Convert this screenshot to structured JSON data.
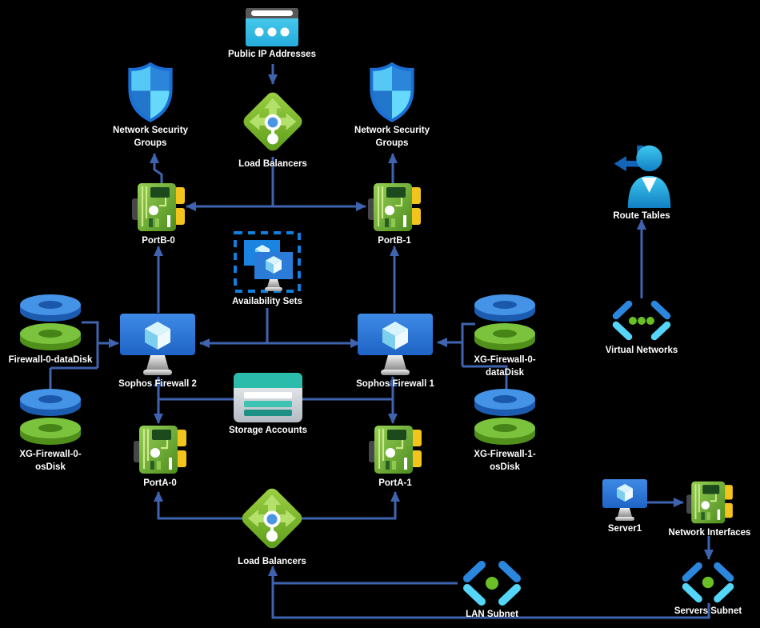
{
  "diagram": {
    "title": "Sophos Firewall HA Azure deployment diagram",
    "background_color": "#000000",
    "connector_color": "#3f63ae",
    "label_color": "#ffffff",
    "accent_colors": {
      "azure_blue": "#2b86da",
      "light_cyan": "#55c8f6",
      "nic_green": "#6fae2f",
      "lb_green": "#76b82a",
      "storage_teal": "#2bbcab",
      "disk_blue": "#4493e6",
      "disk_green": "#7bc23d",
      "tab_yellow": "#f3c51c"
    },
    "nodes": {
      "public_ip": {
        "label": "Public IP Addresses",
        "icon": "browser-icon"
      },
      "nsg_left": {
        "label": "Network Security Groups",
        "icon": "shield-icon"
      },
      "nsg_right": {
        "label": "Network Security Groups",
        "icon": "shield-icon"
      },
      "lb_top": {
        "label": "Load Balancers",
        "icon": "load-balancer-icon"
      },
      "portb0": {
        "label": "PortB-0",
        "icon": "nic-icon"
      },
      "portb1": {
        "label": "PortB-1",
        "icon": "nic-icon"
      },
      "availability_sets": {
        "label": "Availability Sets",
        "icon": "availability-set-icon"
      },
      "sophos_fw2": {
        "label": "Sophos Firewall 2",
        "icon": "vm-monitor-icon"
      },
      "sophos_fw1": {
        "label": "Sophos Firewall 1",
        "icon": "vm-monitor-icon"
      },
      "fw0_datadisk": {
        "label": "Firewall-0-dataDisk",
        "icon": "disk-icon"
      },
      "xg_fw0_osdisk": {
        "label": "XG-Firewall-0-osDisk",
        "icon": "disk-icon"
      },
      "xg_fw0_datadisk": {
        "label": "XG-Firewall-0-dataDisk",
        "icon": "disk-icon"
      },
      "xg_fw1_osdisk": {
        "label": "XG-Firewall-1-osDisk",
        "icon": "disk-icon"
      },
      "storage_accounts": {
        "label": "Storage Accounts",
        "icon": "storage-icon"
      },
      "porta0": {
        "label": "PortA-0",
        "icon": "nic-icon"
      },
      "porta1": {
        "label": "PortA-1",
        "icon": "nic-icon"
      },
      "lb_bottom": {
        "label": "Load Balancers",
        "icon": "load-balancer-icon"
      },
      "route_tables": {
        "label": "Route Tables",
        "icon": "person-route-icon"
      },
      "virtual_networks": {
        "label": "Virtual Networks",
        "icon": "vnet-icon"
      },
      "server1": {
        "label": "Server1",
        "icon": "vm-monitor-icon"
      },
      "network_interfaces": {
        "label": "Network Interfaces",
        "icon": "nic-icon"
      },
      "lan_subnet": {
        "label": "LAN Subnet",
        "icon": "subnet-icon"
      },
      "servers_subnet": {
        "label": "Servers Subnet",
        "icon": "subnet-icon"
      }
    },
    "edges": [
      {
        "from": "public_ip",
        "to": "lb_top"
      },
      {
        "from": "lb_top",
        "to": "portb0"
      },
      {
        "from": "lb_top",
        "to": "portb1"
      },
      {
        "from": "portb0",
        "to": "nsg_left"
      },
      {
        "from": "portb1",
        "to": "nsg_right"
      },
      {
        "from": "sophos_fw2",
        "to": "portb0"
      },
      {
        "from": "sophos_fw1",
        "to": "portb1"
      },
      {
        "from": "availability_sets",
        "to": "sophos_fw2"
      },
      {
        "from": "availability_sets",
        "to": "sophos_fw1"
      },
      {
        "from": "fw0_datadisk",
        "to": "sophos_fw2"
      },
      {
        "from": "xg_fw0_osdisk",
        "to": "sophos_fw2"
      },
      {
        "from": "xg_fw0_datadisk",
        "to": "sophos_fw1"
      },
      {
        "from": "xg_fw1_osdisk",
        "to": "sophos_fw1"
      },
      {
        "from": "sophos_fw2",
        "to": "porta0",
        "bidirectional": true,
        "via": "storage_accounts"
      },
      {
        "from": "sophos_fw1",
        "to": "porta1",
        "bidirectional": true,
        "via": "storage_accounts"
      },
      {
        "from": "lb_bottom",
        "to": "porta0"
      },
      {
        "from": "lb_bottom",
        "to": "porta1"
      },
      {
        "from": "lan_subnet",
        "to": "lb_bottom"
      },
      {
        "from": "servers_subnet",
        "to": "lb_bottom"
      },
      {
        "from": "virtual_networks",
        "to": "route_tables"
      },
      {
        "from": "server1",
        "to": "network_interfaces"
      },
      {
        "from": "network_interfaces",
        "to": "servers_subnet"
      }
    ]
  }
}
